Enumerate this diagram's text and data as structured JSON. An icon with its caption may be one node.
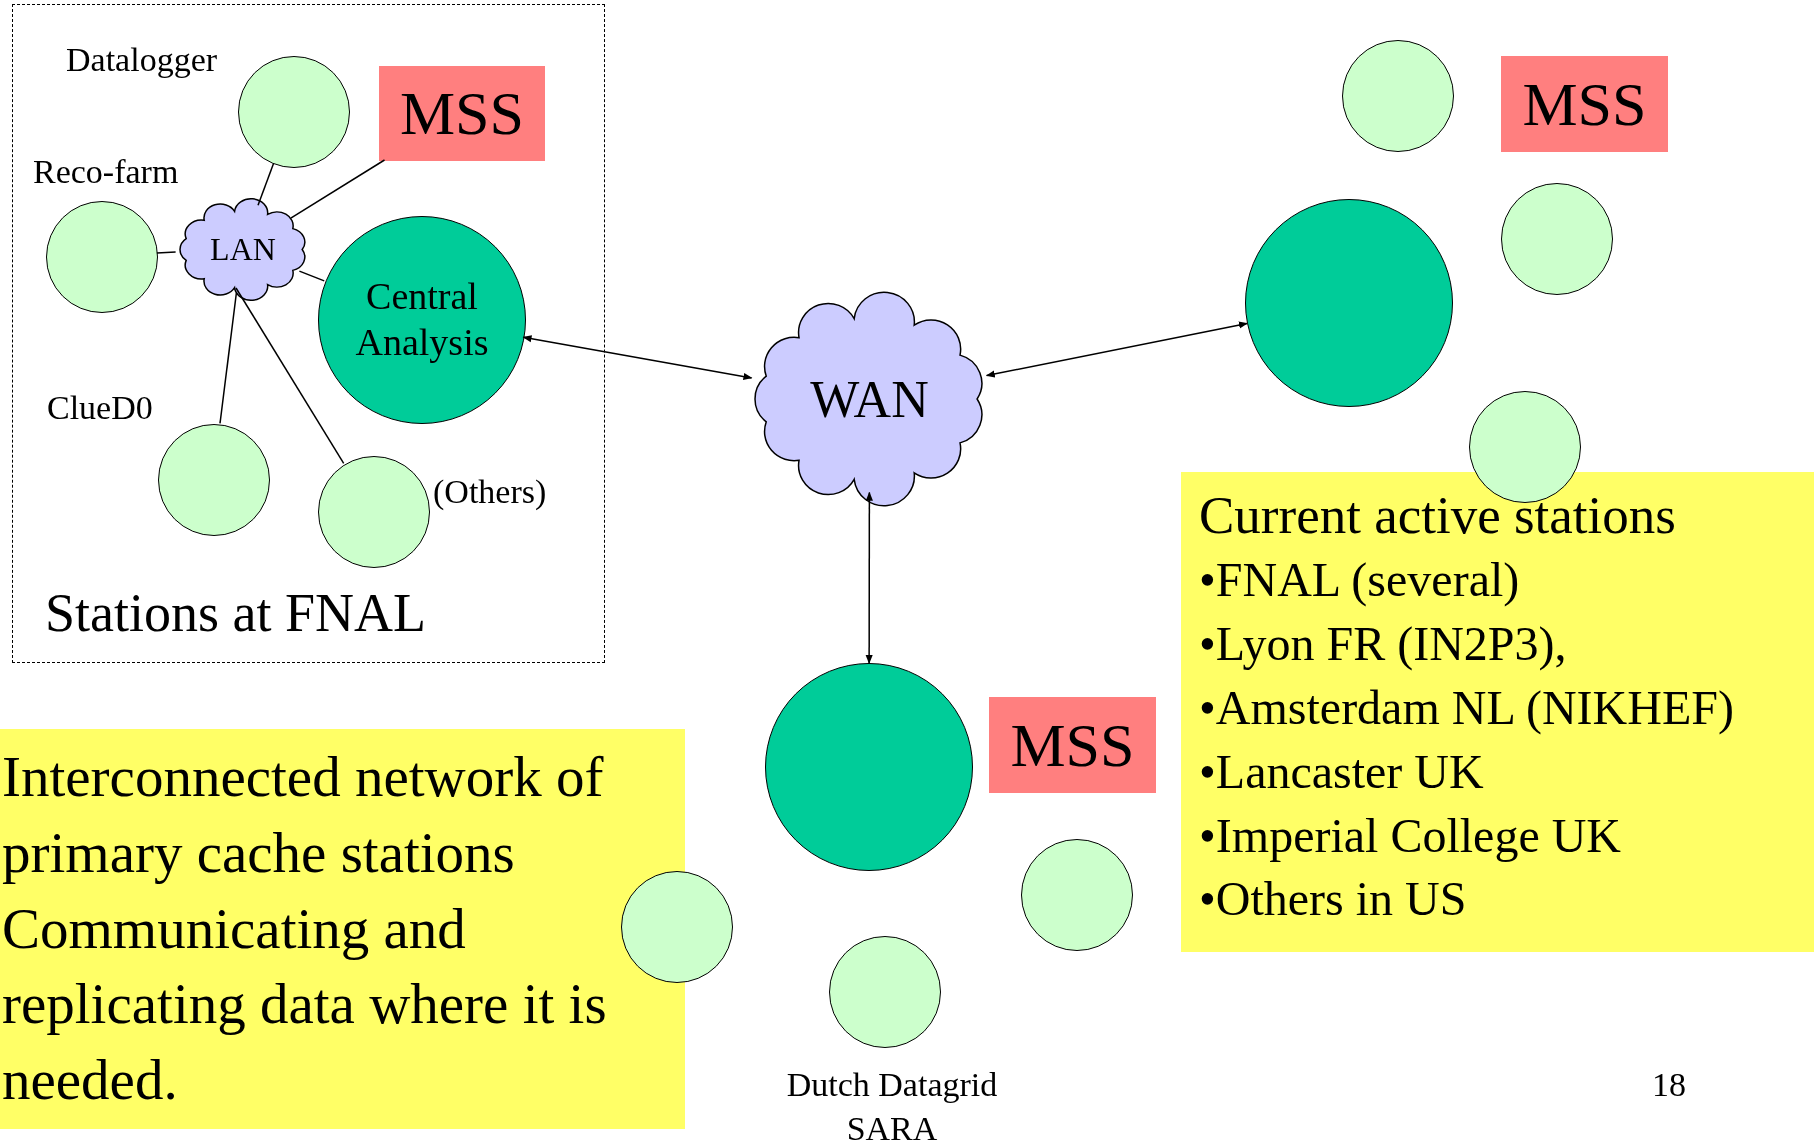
{
  "diagram": {
    "nodes": [
      {
        "text": [
          "Stations at FNAL"
        ]
      },
      {
        "text": [],
        "shape": "circle",
        "beside": [
          "Datalogger"
        ],
        "in": 0
      },
      {
        "text": [
          "MSS"
        ],
        "in": 0
      },
      {
        "text": [],
        "shape": "circle",
        "beside": [
          "Reco-farm"
        ],
        "in": 0
      },
      {
        "text": [
          "LAN"
        ],
        "in": 0
      },
      {
        "text": [
          "Central Analysis"
        ],
        "in": 0
      },
      {
        "text": [],
        "shape": "circle",
        "beside": [
          "ClueD0"
        ],
        "in": 0
      },
      {
        "text": [],
        "shape": "circle",
        "beside": [
          "(Others)"
        ],
        "in": 0
      },
      {
        "text": [],
        "shape": "circle"
      },
      {
        "text": [
          "MSS"
        ]
      },
      {
        "text": [],
        "shape": "circle"
      },
      {
        "text": [],
        "shape": "circle"
      },
      {
        "text": [
          "WAN"
        ]
      },
      {
        "text": [],
        "shape": "circle"
      },
      {
        "text": [
          "Current active stations",
          "•FNAL (several)",
          "•Lyon FR (IN2P3),",
          "•Amsterdam NL (NIKHEF)",
          "•Lancaster UK",
          "•Imperial College UK",
          "•Others in US"
        ]
      },
      {
        "text": [],
        "shape": "circle"
      },
      {
        "text": [
          "MSS"
        ]
      },
      {
        "text": [
          "Interconnected network of primary cache stations Communicating and replicating data where it is needed."
        ]
      },
      {
        "text": [],
        "shape": "circle"
      },
      {
        "text": [],
        "shape": "circle"
      },
      {
        "text": [],
        "shape": "circle"
      }
    ],
    "edges": [
      {
        "from": 4,
        "to": 1,
        "arrow": "none"
      },
      {
        "from": 4,
        "to": 2,
        "arrow": "none"
      },
      {
        "from": 4,
        "to": 3,
        "arrow": "none"
      },
      {
        "from": 4,
        "to": 5,
        "arrow": "none"
      },
      {
        "from": 4,
        "to": 6,
        "arrow": "none"
      },
      {
        "from": 4,
        "to": 7,
        "arrow": "none"
      },
      {
        "from": 5,
        "to": 12,
        "arrow": "both"
      },
      {
        "from": 12,
        "to": 11,
        "arrow": "both"
      },
      {
        "from": 12,
        "to": 15,
        "arrow": "both"
      }
    ],
    "labels": [
      "Dutch Datagrid SARA",
      "18"
    ]
  }
}
